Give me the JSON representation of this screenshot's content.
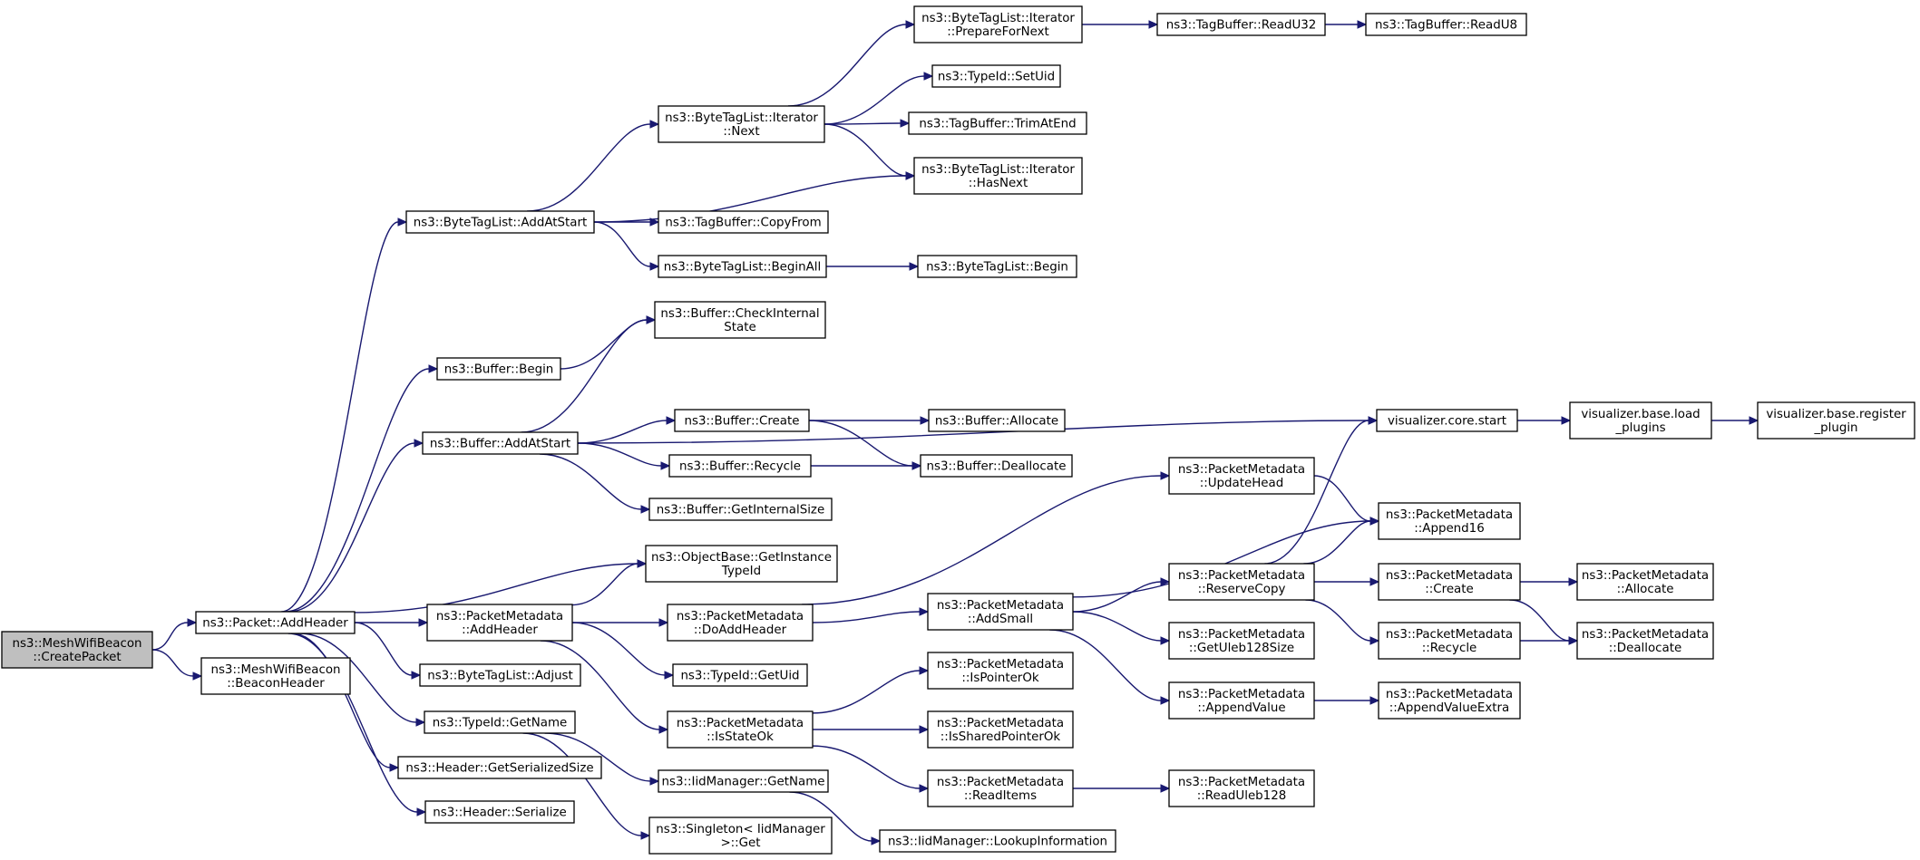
{
  "colors": {
    "edge": "#191970",
    "root_fill": "#bfbfbf",
    "node_fill": "#ffffff",
    "border": "#000000"
  },
  "nodes": [
    {
      "id": "root",
      "lines": [
        "ns3::MeshWifiBeacon",
        "::CreatePacket"
      ]
    },
    {
      "id": "addHeader",
      "lines": [
        "ns3::Packet::AddHeader"
      ]
    },
    {
      "id": "beaconHeader",
      "lines": [
        "ns3::MeshWifiBeacon",
        "::BeaconHeader"
      ]
    },
    {
      "id": "btlAddAtStart",
      "lines": [
        "ns3::ByteTagList::AddAtStart"
      ]
    },
    {
      "id": "bufBegin",
      "lines": [
        "ns3::Buffer::Begin"
      ]
    },
    {
      "id": "bufAddAtStart",
      "lines": [
        "ns3::Buffer::AddAtStart"
      ]
    },
    {
      "id": "getInstanceTypeId",
      "lines": [
        "ns3::ObjectBase::GetInstance",
        "TypeId"
      ]
    },
    {
      "id": "pmAddHeader",
      "lines": [
        "ns3::PacketMetadata",
        "::AddHeader"
      ]
    },
    {
      "id": "btlAdjust",
      "lines": [
        "ns3::ByteTagList::Adjust"
      ]
    },
    {
      "id": "typeIdGetName",
      "lines": [
        "ns3::TypeId::GetName"
      ]
    },
    {
      "id": "hdrGetSerializedSize",
      "lines": [
        "ns3::Header::GetSerializedSize"
      ]
    },
    {
      "id": "hdrSerialize",
      "lines": [
        "ns3::Header::Serialize"
      ]
    },
    {
      "id": "btliNext",
      "lines": [
        "ns3::ByteTagList::Iterator",
        "::Next"
      ]
    },
    {
      "id": "btliPrepare",
      "lines": [
        "ns3::ByteTagList::Iterator",
        "::PrepareForNext"
      ]
    },
    {
      "id": "btliHasNext",
      "lines": [
        "ns3::ByteTagList::Iterator",
        "::HasNext"
      ]
    },
    {
      "id": "tbCopyFrom",
      "lines": [
        "ns3::TagBuffer::CopyFrom"
      ]
    },
    {
      "id": "btlBeginAll",
      "lines": [
        "ns3::ByteTagList::BeginAll"
      ]
    },
    {
      "id": "btlBegin",
      "lines": [
        "ns3::ByteTagList::Begin"
      ]
    },
    {
      "id": "tbReadU32",
      "lines": [
        "ns3::TagBuffer::ReadU32"
      ]
    },
    {
      "id": "tbReadU8",
      "lines": [
        "ns3::TagBuffer::ReadU8"
      ]
    },
    {
      "id": "typeIdSetUid",
      "lines": [
        "ns3::TypeId::SetUid"
      ]
    },
    {
      "id": "tbTrimAtEnd",
      "lines": [
        "ns3::TagBuffer::TrimAtEnd"
      ]
    },
    {
      "id": "bufCheckInternal",
      "lines": [
        "ns3::Buffer::CheckInternal",
        "State"
      ]
    },
    {
      "id": "bufCreate",
      "lines": [
        "ns3::Buffer::Create"
      ]
    },
    {
      "id": "bufRecycle",
      "lines": [
        "ns3::Buffer::Recycle"
      ]
    },
    {
      "id": "bufGetInternalSize",
      "lines": [
        "ns3::Buffer::GetInternalSize"
      ]
    },
    {
      "id": "bufAllocate",
      "lines": [
        "ns3::Buffer::Allocate"
      ]
    },
    {
      "id": "bufDeallocate",
      "lines": [
        "ns3::Buffer::Deallocate"
      ]
    },
    {
      "id": "vizCoreStart",
      "lines": [
        "visualizer.core.start"
      ]
    },
    {
      "id": "vizLoadPlugins",
      "lines": [
        "visualizer.base.load",
        "_plugins"
      ]
    },
    {
      "id": "vizRegisterPlugin",
      "lines": [
        "visualizer.base.register",
        "_plugin"
      ]
    },
    {
      "id": "pmDoAddHeader",
      "lines": [
        "ns3::PacketMetadata",
        "::DoAddHeader"
      ]
    },
    {
      "id": "typeIdGetUid",
      "lines": [
        "ns3::TypeId::GetUid"
      ]
    },
    {
      "id": "pmIsStateOk",
      "lines": [
        "ns3::PacketMetadata",
        "::IsStateOk"
      ]
    },
    {
      "id": "iidGetName",
      "lines": [
        "ns3::IidManager::GetName"
      ]
    },
    {
      "id": "singletonGet",
      "lines": [
        "ns3::Singleton< IidManager",
        " >::Get"
      ]
    },
    {
      "id": "iidLookup",
      "lines": [
        "ns3::IidManager::LookupInformation"
      ]
    },
    {
      "id": "pmAddSmall",
      "lines": [
        "ns3::PacketMetadata",
        "::AddSmall"
      ]
    },
    {
      "id": "pmUpdateHead",
      "lines": [
        "ns3::PacketMetadata",
        "::UpdateHead"
      ]
    },
    {
      "id": "pmIsPointerOk",
      "lines": [
        "ns3::PacketMetadata",
        "::IsPointerOk"
      ]
    },
    {
      "id": "pmIsSharedPointerOk",
      "lines": [
        "ns3::PacketMetadata",
        "::IsSharedPointerOk"
      ]
    },
    {
      "id": "pmReadItems",
      "lines": [
        "ns3::PacketMetadata",
        "::ReadItems"
      ]
    },
    {
      "id": "pmReadUleb128",
      "lines": [
        "ns3::PacketMetadata",
        "::ReadUleb128"
      ]
    },
    {
      "id": "pmReserveCopy",
      "lines": [
        "ns3::PacketMetadata",
        "::ReserveCopy"
      ]
    },
    {
      "id": "pmGetUleb128Size",
      "lines": [
        "ns3::PacketMetadata",
        "::GetUleb128Size"
      ]
    },
    {
      "id": "pmAppendValue",
      "lines": [
        "ns3::PacketMetadata",
        "::AppendValue"
      ]
    },
    {
      "id": "pmAppend16",
      "lines": [
        "ns3::PacketMetadata",
        "::Append16"
      ]
    },
    {
      "id": "pmCreate",
      "lines": [
        "ns3::PacketMetadata",
        "::Create"
      ]
    },
    {
      "id": "pmRecycle",
      "lines": [
        "ns3::PacketMetadata",
        "::Recycle"
      ]
    },
    {
      "id": "pmAppendValueExtra",
      "lines": [
        "ns3::PacketMetadata",
        "::AppendValueExtra"
      ]
    },
    {
      "id": "pmAllocate",
      "lines": [
        "ns3::PacketMetadata",
        "::Allocate"
      ]
    },
    {
      "id": "pmDeallocate",
      "lines": [
        "ns3::PacketMetadata",
        "::Deallocate"
      ]
    }
  ],
  "edges": [
    [
      "root",
      "addHeader"
    ],
    [
      "root",
      "beaconHeader"
    ],
    [
      "addHeader",
      "btlAddAtStart"
    ],
    [
      "addHeader",
      "bufBegin"
    ],
    [
      "addHeader",
      "bufAddAtStart"
    ],
    [
      "addHeader",
      "getInstanceTypeId"
    ],
    [
      "addHeader",
      "pmAddHeader"
    ],
    [
      "addHeader",
      "btlAdjust"
    ],
    [
      "addHeader",
      "typeIdGetName"
    ],
    [
      "addHeader",
      "hdrGetSerializedSize"
    ],
    [
      "addHeader",
      "hdrSerialize"
    ],
    [
      "btlAddAtStart",
      "btliNext"
    ],
    [
      "btlAddAtStart",
      "btliHasNext"
    ],
    [
      "btlAddAtStart",
      "tbCopyFrom"
    ],
    [
      "btlAddAtStart",
      "btlBeginAll"
    ],
    [
      "btliNext",
      "btliPrepare"
    ],
    [
      "btliNext",
      "typeIdSetUid"
    ],
    [
      "btliNext",
      "tbTrimAtEnd"
    ],
    [
      "btliNext",
      "btliHasNext"
    ],
    [
      "btliPrepare",
      "tbReadU32"
    ],
    [
      "tbReadU32",
      "tbReadU8"
    ],
    [
      "btlBeginAll",
      "btlBegin"
    ],
    [
      "bufBegin",
      "bufCheckInternal"
    ],
    [
      "bufAddAtStart",
      "bufCheckInternal"
    ],
    [
      "bufAddAtStart",
      "vizCoreStart"
    ],
    [
      "bufAddAtStart",
      "bufCreate"
    ],
    [
      "bufAddAtStart",
      "bufRecycle"
    ],
    [
      "bufAddAtStart",
      "bufGetInternalSize"
    ],
    [
      "bufCreate",
      "bufAllocate"
    ],
    [
      "bufCreate",
      "bufDeallocate"
    ],
    [
      "bufRecycle",
      "bufDeallocate"
    ],
    [
      "vizCoreStart",
      "vizLoadPlugins"
    ],
    [
      "vizLoadPlugins",
      "vizRegisterPlugin"
    ],
    [
      "pmAddHeader",
      "getInstanceTypeId"
    ],
    [
      "pmAddHeader",
      "pmDoAddHeader"
    ],
    [
      "pmAddHeader",
      "typeIdGetUid"
    ],
    [
      "pmAddHeader",
      "pmIsStateOk"
    ],
    [
      "typeIdGetName",
      "iidGetName"
    ],
    [
      "typeIdGetName",
      "singletonGet"
    ],
    [
      "iidGetName",
      "iidLookup"
    ],
    [
      "pmDoAddHeader",
      "pmUpdateHead"
    ],
    [
      "pmDoAddHeader",
      "pmAddSmall"
    ],
    [
      "pmIsStateOk",
      "pmIsPointerOk"
    ],
    [
      "pmIsStateOk",
      "pmIsSharedPointerOk"
    ],
    [
      "pmIsStateOk",
      "pmReadItems"
    ],
    [
      "pmReadItems",
      "pmReadUleb128"
    ],
    [
      "pmUpdateHead",
      "pmAppend16"
    ],
    [
      "pmAddSmall",
      "pmAppend16"
    ],
    [
      "pmAddSmall",
      "pmReserveCopy"
    ],
    [
      "pmAddSmall",
      "pmGetUleb128Size"
    ],
    [
      "pmAddSmall",
      "pmAppendValue"
    ],
    [
      "pmReserveCopy",
      "vizCoreStart"
    ],
    [
      "pmReserveCopy",
      "pmAppend16"
    ],
    [
      "pmReserveCopy",
      "pmCreate"
    ],
    [
      "pmReserveCopy",
      "pmRecycle"
    ],
    [
      "pmAppendValue",
      "pmAppendValueExtra"
    ],
    [
      "pmCreate",
      "pmAllocate"
    ],
    [
      "pmCreate",
      "pmDeallocate"
    ],
    [
      "pmRecycle",
      "pmDeallocate"
    ]
  ]
}
